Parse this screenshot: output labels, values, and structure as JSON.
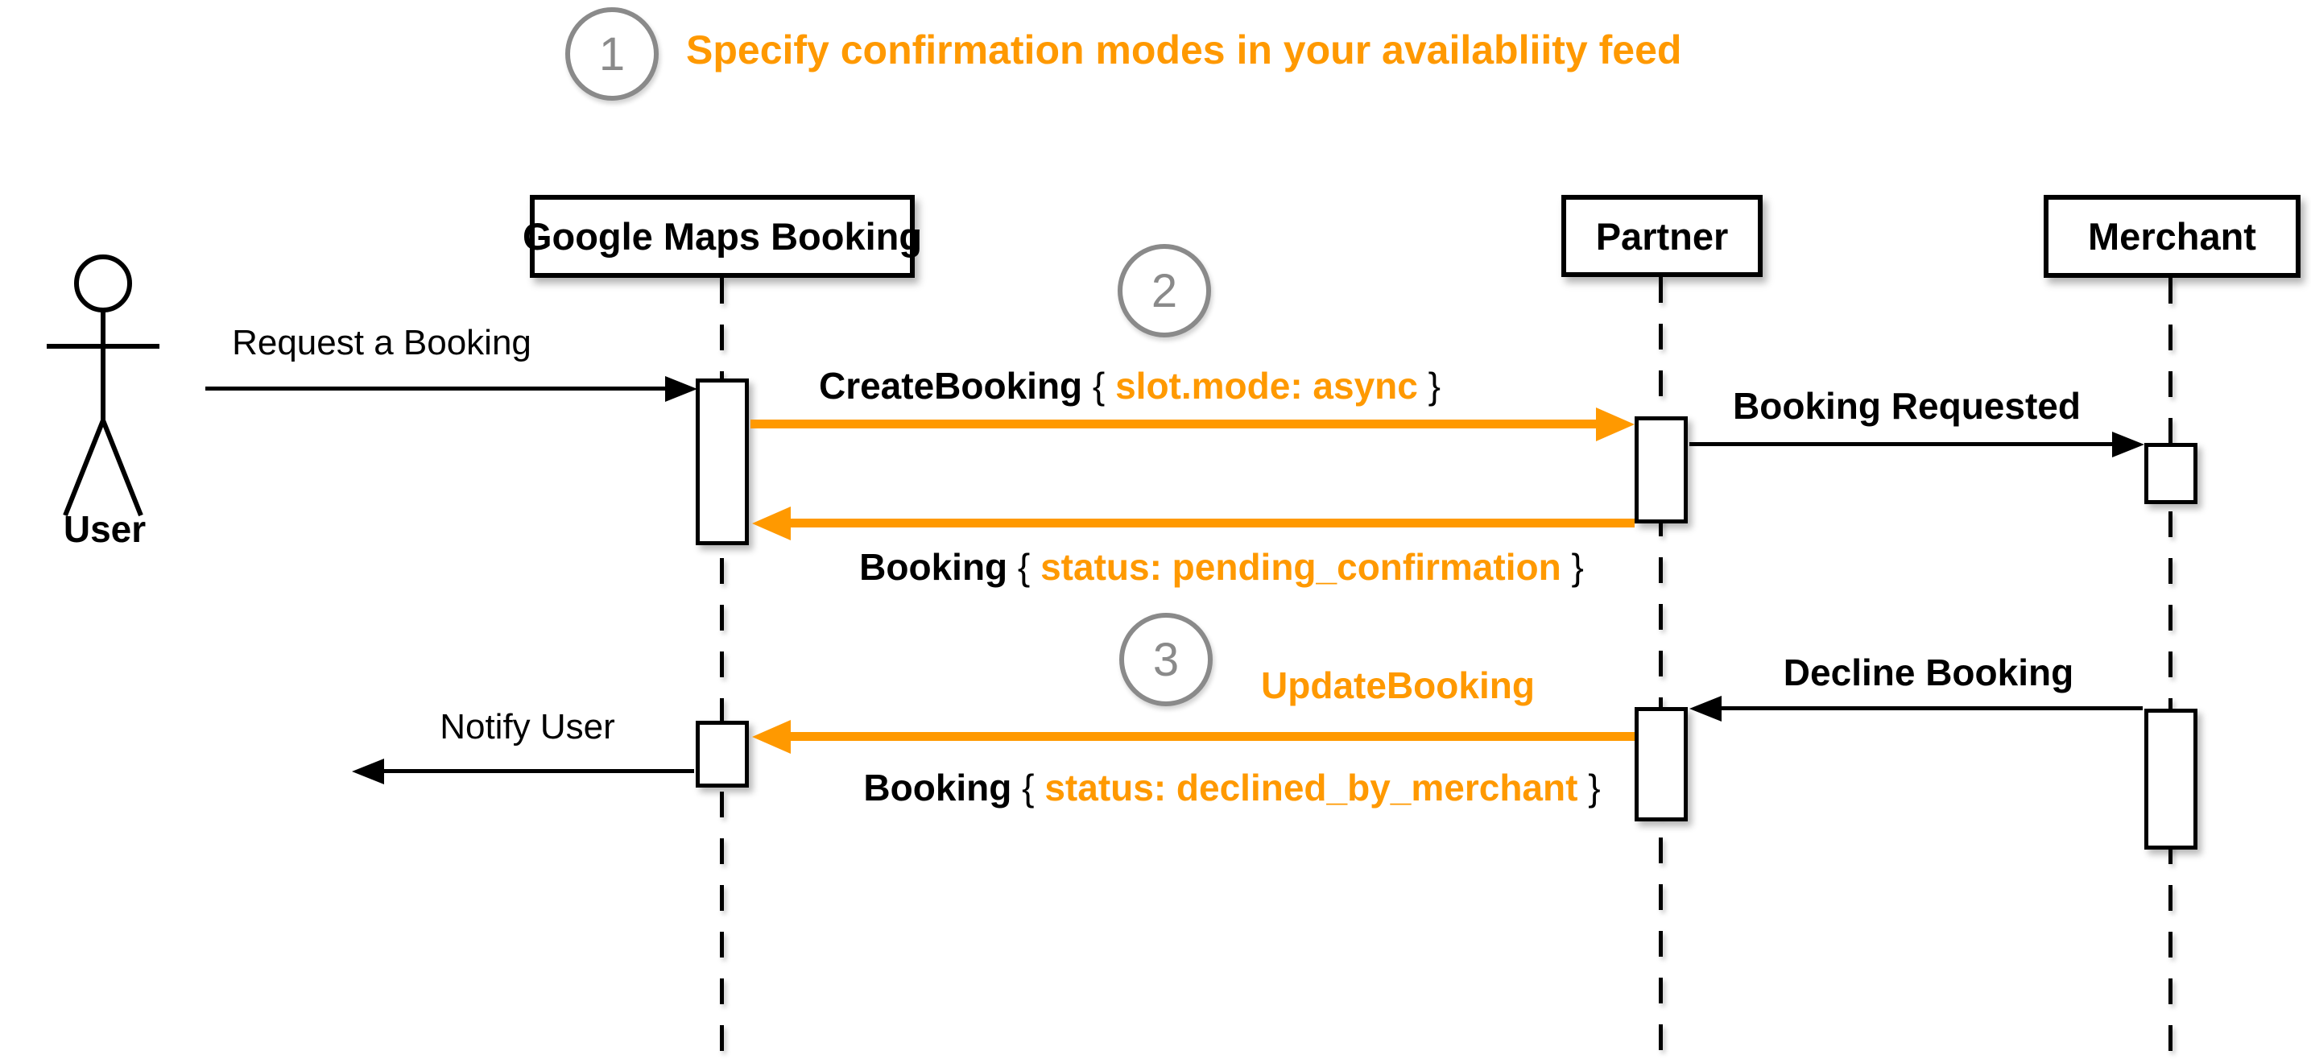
{
  "title": {
    "step_number": "1",
    "text": "Specify confirmation modes in your availabliity feed"
  },
  "steps": {
    "step2_number": "2",
    "step3_number": "3"
  },
  "actors": {
    "user_label": "User",
    "gmb_label": "Google Maps Booking",
    "partner_label": "Partner",
    "merchant_label": "Merchant"
  },
  "messages": {
    "request_booking": {
      "label": "Request a Booking"
    },
    "create_booking": {
      "name": "CreateBooking",
      "open": "{",
      "param": "slot.mode: async",
      "close": "}"
    },
    "booking_requested": {
      "label": "Booking Requested"
    },
    "booking_pending": {
      "name": "Booking",
      "open": "{",
      "param": "status: pending_confirmation",
      "close": "}"
    },
    "update_booking": {
      "label": "UpdateBooking"
    },
    "decline_booking": {
      "label": "Decline Booking"
    },
    "booking_declined": {
      "name": "Booking",
      "open": "{",
      "param": "status: declined_by_merchant",
      "close": "}"
    },
    "notify_user": {
      "label": "Notify User"
    }
  },
  "colors": {
    "accent_orange": "#ff9900",
    "step_gray": "#8a8a8a",
    "line_black": "#000000",
    "background": "#ffffff"
  }
}
